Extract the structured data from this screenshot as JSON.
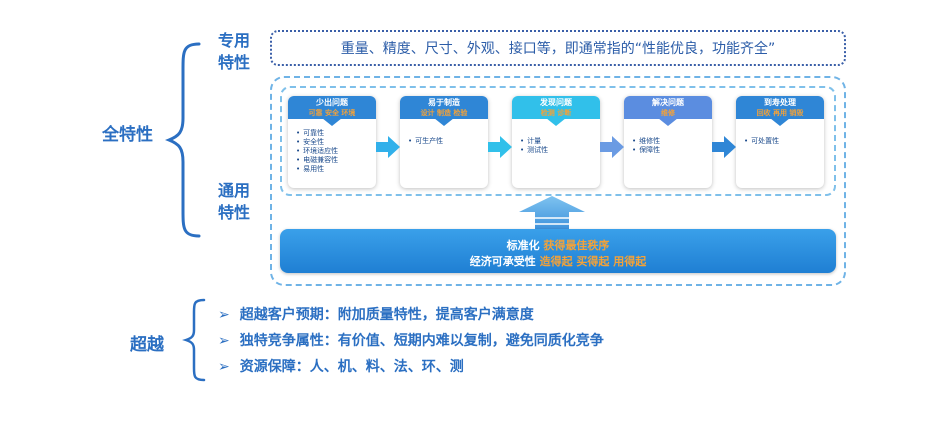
{
  "labels": {
    "all_features": "全特性",
    "special_line1": "专用",
    "special_line2": "特性",
    "general_line1": "通用",
    "general_line2": "特性",
    "beyond": "超越"
  },
  "special_box_text": "重量、精度、尺寸、外观、接口等，即通常指的“性能优良，功能齐全”",
  "cards": [
    {
      "title": "少出问题",
      "tags": "可靠 安全 环境",
      "items": [
        "可靠性",
        "安全性",
        "环境适应性",
        "电磁兼容性",
        "易用性"
      ],
      "color": "#2f86d6"
    },
    {
      "title": "易于制造",
      "tags": "设计 制造 检验",
      "items": [
        "可生产性"
      ],
      "color": "#2f86d6"
    },
    {
      "title": "发现问题",
      "tags": "检测 诊断",
      "items": [
        "计量",
        "测试性"
      ],
      "color": "#31c0ea"
    },
    {
      "title": "解决问题",
      "tags": "维修",
      "items": [
        "维修性",
        "保障性"
      ],
      "color": "#5b8de0"
    },
    {
      "title": "到寿处理",
      "tags": "回收 再用 销毁",
      "items": [
        "可处置性"
      ],
      "color": "#2f86d6"
    }
  ],
  "base": {
    "line1_prefix": "标准化",
    "line1_highlight": "获得最佳秩序",
    "line2_prefix": "经济可承受性",
    "line2_h1": "造得起",
    "line2_h2": "买得起",
    "line2_h3": "用得起"
  },
  "beyond_items": [
    "超越客户预期：附加质量特性，提高客户满意度",
    "独特竞争属性：有价值、短期内难以复制，避免同质化竞争",
    "资源保障：人、机、料、法、环、测"
  ],
  "icons": {
    "bullet_chevron": "➢"
  },
  "colors": {
    "primary": "#2b6fc2",
    "highlight": "#f2a23a"
  }
}
